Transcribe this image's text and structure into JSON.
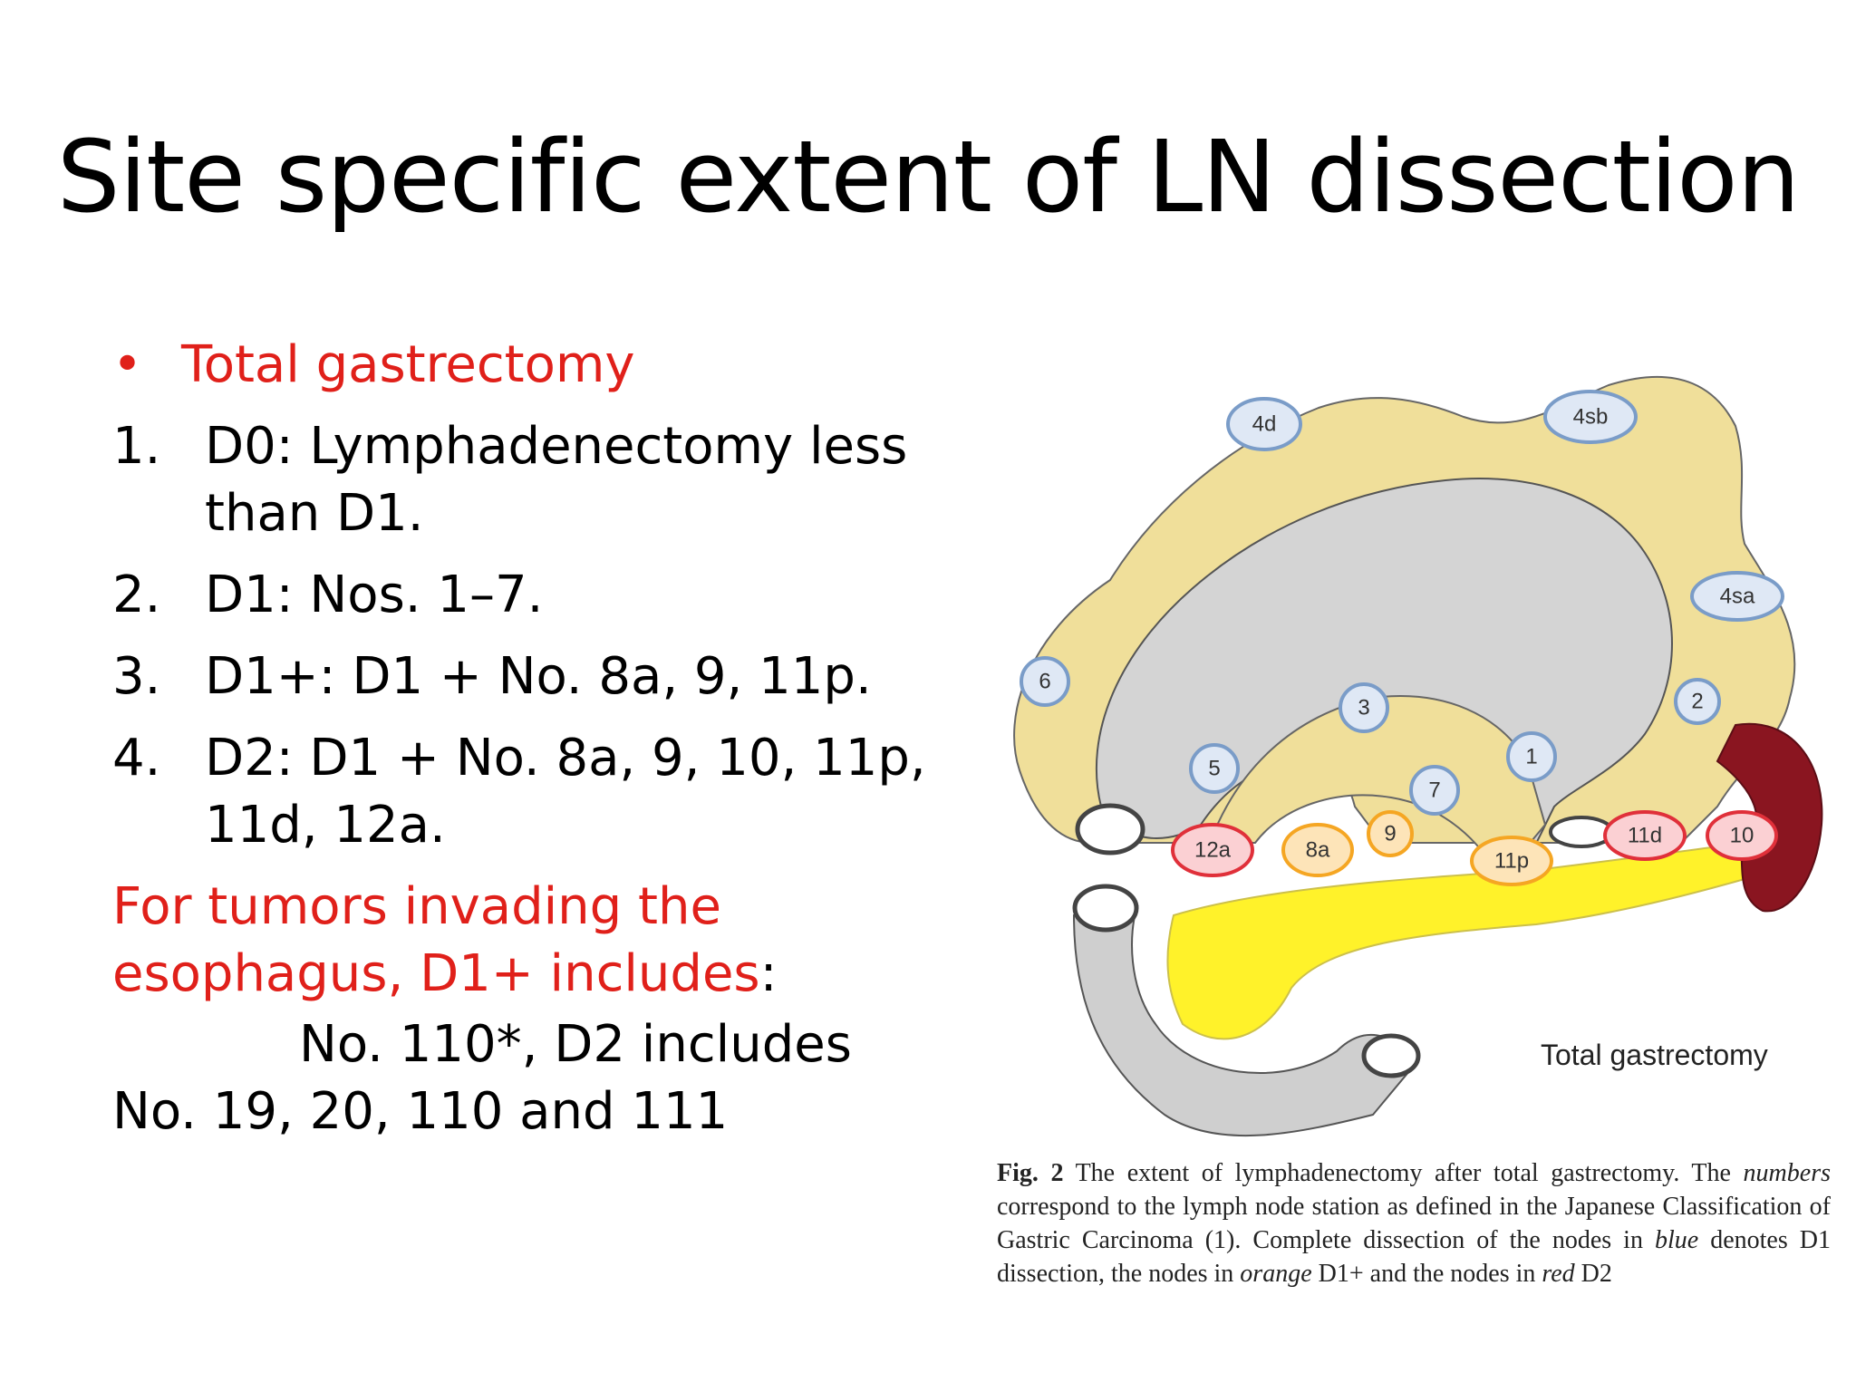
{
  "slide": {
    "title": "Site specific extent of LN dissection"
  },
  "left": {
    "bullet": "Total gastrectomy",
    "items": [
      {
        "num": "1.",
        "text": "D0: Lymphadenectomy less than D1."
      },
      {
        "num": "2.",
        "text": "D1: Nos. 1–7."
      },
      {
        "num": "3.",
        "text": "D1+: D1 + No. 8a, 9, 11p."
      },
      {
        "num": "4.",
        "text": "D2: D1 + No. 8a, 9, 10, 11p, 11d, 12a."
      }
    ],
    "note_red": "For tumors invading the esophagus, D1+ includes",
    "note_colon": ":",
    "note_line2": "No. 110*, D2 includes",
    "note_line3": "No. 19, 20, 110 and 111"
  },
  "figure": {
    "label": "Total gastrectomy",
    "nodes": {
      "n4d": "4d",
      "n4sb": "4sb",
      "n4sa": "4sa",
      "n6": "6",
      "n3": "3",
      "n2": "2",
      "n5": "5",
      "n1": "1",
      "n7": "7",
      "n12a": "12a",
      "n8a": "8a",
      "n9": "9",
      "n11p": "11p",
      "n11d": "11d",
      "n10": "10"
    },
    "colors": {
      "d1_blue": "#7a9cc8",
      "d1plus_orange": "#f5a623",
      "d2_red": "#e0303a",
      "omentum": "#f0df9a",
      "stomach": "#d4d4d4",
      "pancreas": "#fff22a",
      "spleen": "#8a1520"
    }
  },
  "caption": {
    "fig": "Fig. 2",
    "part1": " The extent of lymphadenectomy after total gastrectomy. The ",
    "numbers": "numbers",
    "part2": " correspond to the lymph node station as defined in the Japanese Classification of Gastric Carcinoma (1). Complete dissection of the nodes in ",
    "blue": "blue",
    "part3": " denotes D1 dissection, the nodes in ",
    "orange": "orange",
    "part4": " D1+ and the nodes in ",
    "red": "red",
    "part5": " D2"
  }
}
